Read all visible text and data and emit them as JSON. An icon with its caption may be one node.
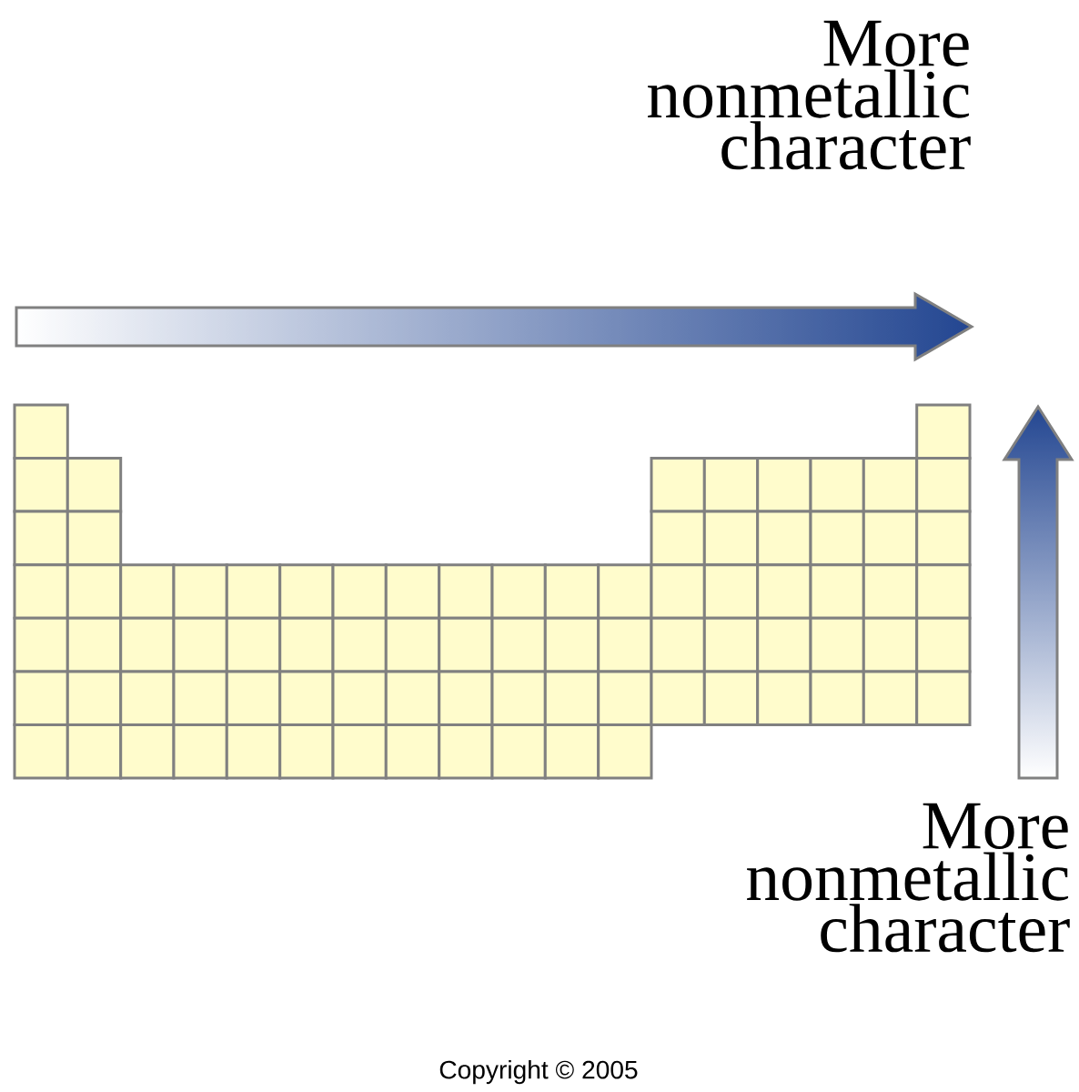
{
  "diagram": {
    "labels": [
      "More nonmetallic character",
      "More nonmetallic character",
      "Copyright © 2005"
    ]
  }
}
